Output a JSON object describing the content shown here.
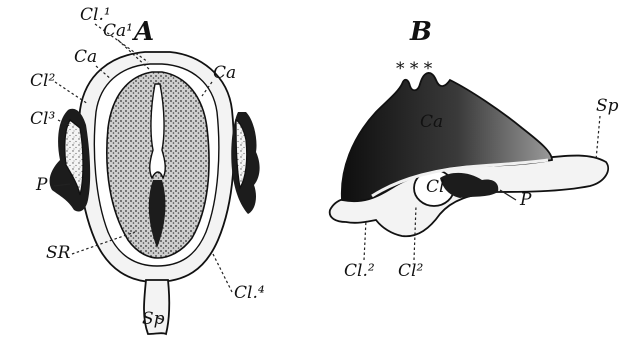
{
  "figure": {
    "panels": [
      {
        "id": "A"
      },
      {
        "id": "B"
      }
    ],
    "labels": {
      "a_cl1": "Cl.¹",
      "a_ca1": "Ca¹",
      "a_cl2": "Cl²",
      "a_ca_left": "Ca",
      "a_cl3": "Cl³",
      "a_ca_right": "Ca",
      "a_p": "P",
      "a_sr": "SR",
      "a_cl4": "Cl.⁴",
      "a_sp": "Sp",
      "b_stars": "* * *",
      "b_ca": "Ca",
      "b_sp": "Sp",
      "b_cl": "Cl",
      "b_p": "P",
      "b_cl2a": "Cl.²",
      "b_cl2b": "Cl²"
    },
    "panel_letters": {
      "a": "A",
      "b": "B"
    }
  }
}
